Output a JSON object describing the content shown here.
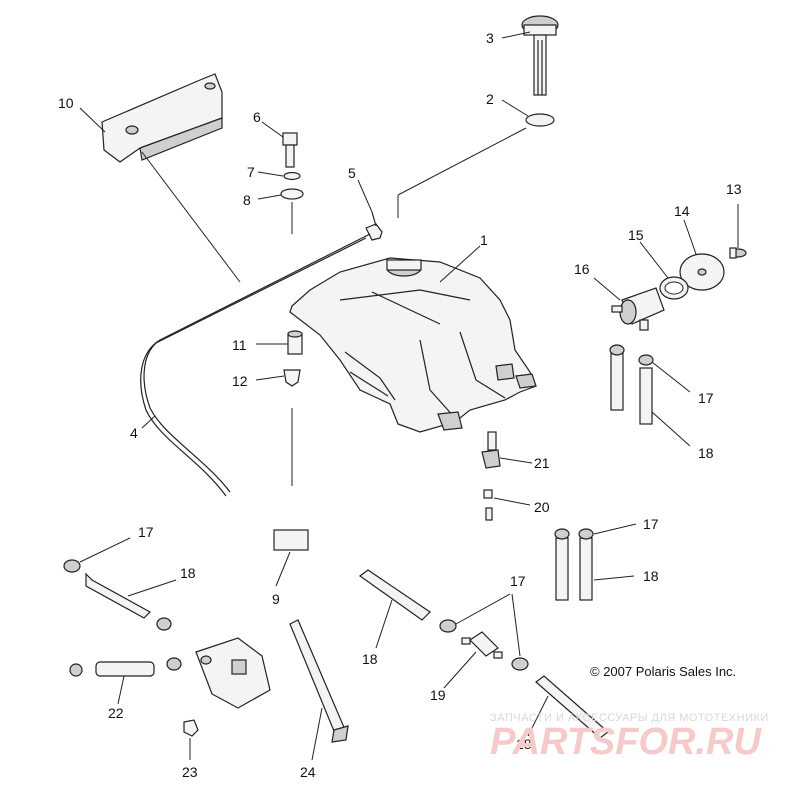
{
  "callouts": {
    "c1": "1",
    "c2": "2",
    "c3": "3",
    "c4": "4",
    "c5": "5",
    "c6": "6",
    "c7": "7",
    "c8": "8",
    "c9": "9",
    "c10": "10",
    "c11": "11",
    "c12": "12",
    "c13": "13",
    "c14": "14",
    "c15": "15",
    "c16": "16",
    "c17a": "17",
    "c17b": "17",
    "c17c": "17",
    "c17d": "17",
    "c18a": "18",
    "c18b": "18",
    "c18c": "18",
    "c18d": "18",
    "c18e": "18",
    "c19": "19",
    "c20": "20",
    "c21": "21",
    "c22": "22",
    "c23": "23",
    "c24": "24"
  },
  "copyright": "© 2007 Polaris Sales Inc.",
  "watermark": {
    "tagline": "ЗАПЧАСТИ И АКСЕССУАРЫ ДЛЯ МОТОТЕХНИКИ",
    "logo": "PARTSFOR.RU"
  }
}
